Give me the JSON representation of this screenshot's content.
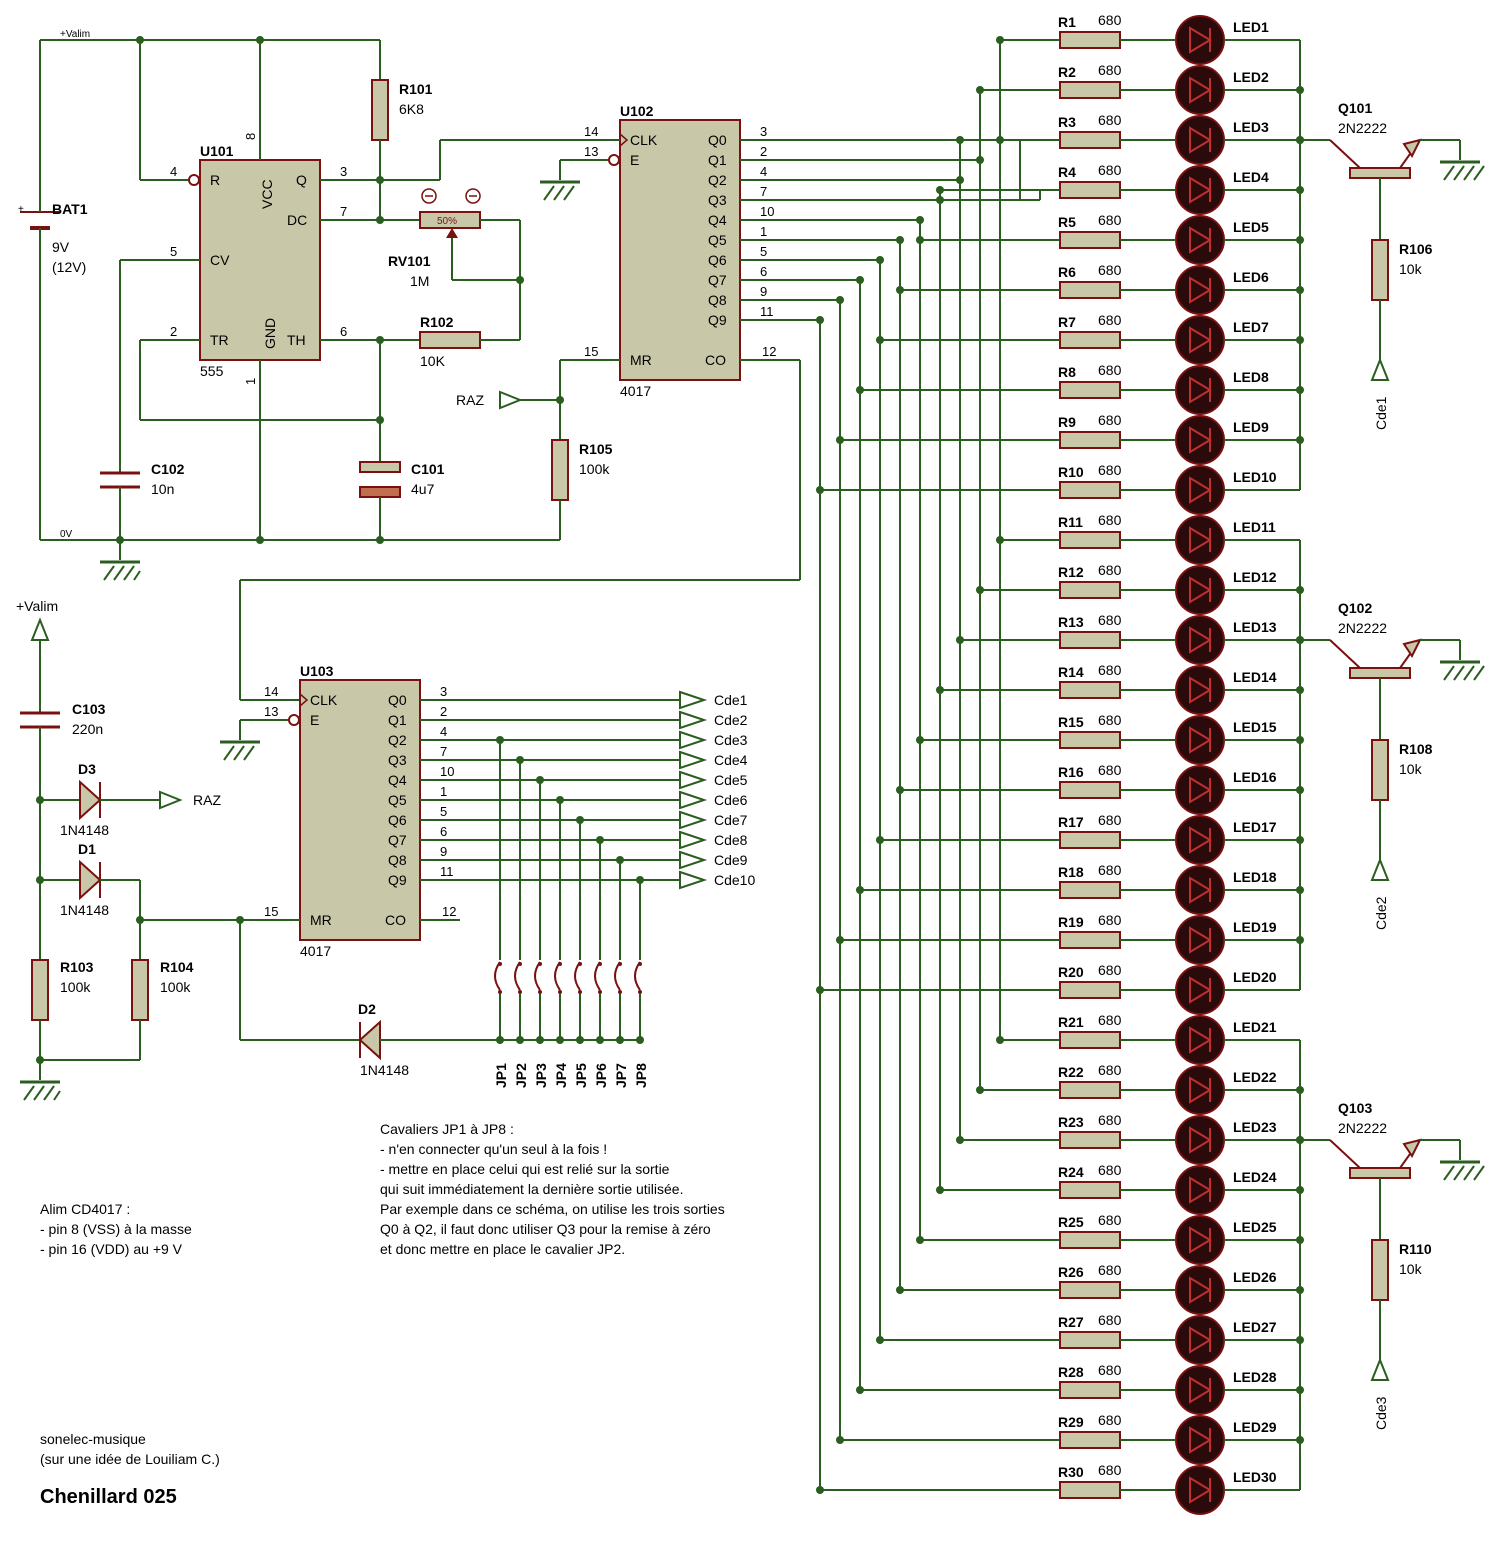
{
  "supply": {
    "top_label": "+Valim",
    "bottom_label": "0V",
    "vplus": "+Valim"
  },
  "bat": {
    "name": "BAT1",
    "v1": "9V",
    "v2": "(12V)",
    "plus": "+"
  },
  "u101": {
    "name": "U101",
    "type": "555",
    "pins": {
      "R": "R",
      "VCC": "VCC",
      "Q": "Q",
      "DC": "DC",
      "CV": "CV",
      "TR": "TR",
      "GND": "GND",
      "TH": "TH"
    },
    "nums": {
      "n4": "4",
      "n8": "8",
      "n3": "3",
      "n7": "7",
      "n5": "5",
      "n2": "2",
      "n6": "6",
      "n1": "1"
    }
  },
  "r101": {
    "name": "R101",
    "value": "6K8"
  },
  "rv101": {
    "name": "RV101",
    "value": "1M",
    "pct": "50%"
  },
  "r102": {
    "name": "R102",
    "value": "10K"
  },
  "c102": {
    "name": "C102",
    "value": "10n"
  },
  "c101": {
    "name": "C101",
    "value": "4u7"
  },
  "u102": {
    "name": "U102",
    "type": "4017",
    "pins": {
      "CLK": "CLK",
      "E": "E",
      "MR": "MR",
      "CO": "CO"
    },
    "outs": [
      "Q0",
      "Q1",
      "Q2",
      "Q3",
      "Q4",
      "Q5",
      "Q6",
      "Q7",
      "Q8",
      "Q9"
    ],
    "outnums": [
      "3",
      "2",
      "4",
      "7",
      "10",
      "1",
      "5",
      "6",
      "9",
      "11"
    ],
    "n14": "14",
    "n13": "13",
    "n15": "15",
    "n12": "12"
  },
  "raz": {
    "label": "RAZ"
  },
  "r105": {
    "name": "R105",
    "value": "100k"
  },
  "u103": {
    "name": "U103",
    "type": "4017",
    "pins": {
      "CLK": "CLK",
      "E": "E",
      "MR": "MR",
      "CO": "CO"
    },
    "outs": [
      "Q0",
      "Q1",
      "Q2",
      "Q3",
      "Q4",
      "Q5",
      "Q6",
      "Q7",
      "Q8",
      "Q9"
    ],
    "outnums": [
      "3",
      "2",
      "4",
      "7",
      "10",
      "1",
      "5",
      "6",
      "9",
      "11"
    ],
    "n14": "14",
    "n13": "13",
    "n15": "15",
    "n12": "12"
  },
  "cde_outputs": [
    "Cde1",
    "Cde2",
    "Cde3",
    "Cde4",
    "Cde5",
    "Cde6",
    "Cde7",
    "Cde8",
    "Cde9",
    "Cde10"
  ],
  "c103": {
    "name": "C103",
    "value": "220n"
  },
  "d3": {
    "name": "D3",
    "value": "1N4148",
    "raz": "RAZ"
  },
  "d1": {
    "name": "D1",
    "value": "1N4148"
  },
  "d2": {
    "name": "D2",
    "value": "1N4148"
  },
  "r103": {
    "name": "R103",
    "value": "100k"
  },
  "r104": {
    "name": "R104",
    "value": "100k"
  },
  "jumpers": [
    "JP1",
    "JP2",
    "JP3",
    "JP4",
    "JP5",
    "JP6",
    "JP7",
    "JP8"
  ],
  "led_resistor_value": "680",
  "resistors": [
    "R1",
    "R2",
    "R3",
    "R4",
    "R5",
    "R6",
    "R7",
    "R8",
    "R9",
    "R10",
    "R11",
    "R12",
    "R13",
    "R14",
    "R15",
    "R16",
    "R17",
    "R18",
    "R19",
    "R20",
    "R21",
    "R22",
    "R23",
    "R24",
    "R25",
    "R26",
    "R27",
    "R28",
    "R29",
    "R30"
  ],
  "leds": [
    "LED1",
    "LED2",
    "LED3",
    "LED4",
    "LED5",
    "LED6",
    "LED7",
    "LED8",
    "LED9",
    "LED10",
    "LED11",
    "LED12",
    "LED13",
    "LED14",
    "LED15",
    "LED16",
    "LED17",
    "LED18",
    "LED19",
    "LED20",
    "LED21",
    "LED22",
    "LED23",
    "LED24",
    "LED25",
    "LED26",
    "LED27",
    "LED28",
    "LED29",
    "LED30"
  ],
  "transistors": [
    {
      "name": "Q101",
      "type": "2N2222",
      "rname": "R106",
      "rvalue": "10k",
      "cde": "Cde1"
    },
    {
      "name": "Q102",
      "type": "2N2222",
      "rname": "R108",
      "rvalue": "10k",
      "cde": "Cde2"
    },
    {
      "name": "Q103",
      "type": "2N2222",
      "rname": "R110",
      "rvalue": "10k",
      "cde": "Cde3"
    }
  ],
  "notes": {
    "jumpers": [
      "Cavaliers JP1 à JP8 :",
      "- n'en connecter qu'un seul à la fois !",
      "- mettre en place celui qui est relié sur la sortie",
      "qui suit immédiatement la dernière sortie utilisée.",
      "Par exemple dans ce schéma, on utilise les trois sorties",
      "Q0 à Q2, il faut donc utiliser Q3 pour la remise à zéro",
      "et donc mettre en place le cavalier JP2."
    ],
    "alim": [
      "Alim CD4017 :",
      "- pin 8 (VSS) à la masse",
      "- pin 16 (VDD) au +9 V"
    ],
    "credit": [
      "sonelec-musique",
      "(sur une idée de Louiliam C.)"
    ],
    "title": "Chenillard 025"
  },
  "colors": {
    "wire": "#2a5e1f",
    "component": "#7a1010",
    "body": "#c8c8a8",
    "led": "#2a0a0a"
  }
}
